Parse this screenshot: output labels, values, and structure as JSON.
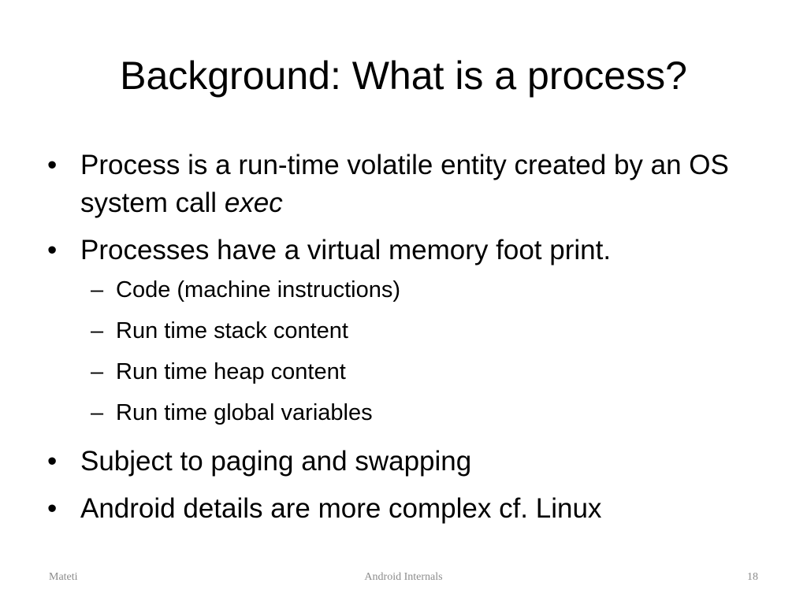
{
  "slide": {
    "title": "Background: What is a process?",
    "bullets": {
      "b1_text": "Process is a run-time volatile entity created by an OS system call ",
      "b1_emphasis": "exec",
      "b2_text": "Processes have a virtual memory foot print.",
      "sub1": "Code (machine instructions)",
      "sub2": "Run time stack content",
      "sub3": "Run time heap content",
      "sub4": "Run time global variables",
      "b3_text": "Subject to paging and swapping",
      "b4_text": "Android details are more complex cf. Linux"
    },
    "bullet_glyph": "•",
    "dash_glyph": "–"
  },
  "footer": {
    "left": "Mateti",
    "center": "Android Internals",
    "right": "18"
  }
}
